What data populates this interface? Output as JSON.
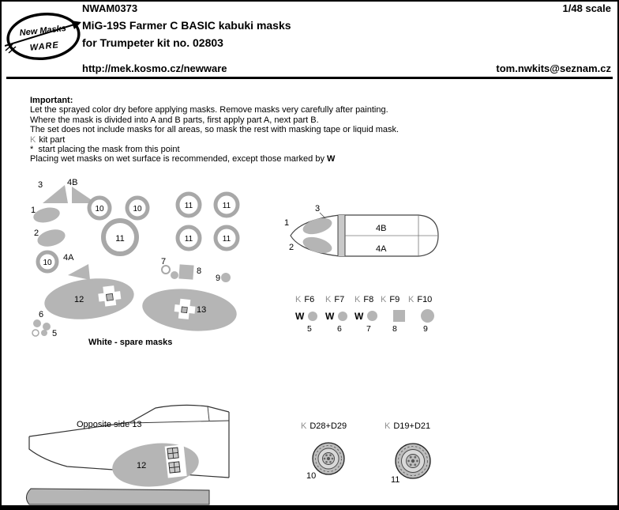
{
  "colors": {
    "mask_gray": "#b5b5b5",
    "ring_gray": "#a8a8a8",
    "kit_part_gray": "#8f8f8f"
  },
  "header": {
    "logo_line1": "New Masks",
    "logo_line2": "WARE",
    "product_code": "NWAM0373",
    "scale": "1/48 scale",
    "title_line1": "MiG-19S Farmer C BASIC kabuki masks",
    "title_line2": "for Trumpeter kit no. 02803",
    "url": "http://mek.kosmo.cz/newware",
    "email": "tom.nwkits@seznam.cz"
  },
  "important": {
    "heading": "Important:",
    "line1": "Let the sprayed color dry before applying masks. Remove masks very carefully after painting.",
    "line2": "Where the mask is divided into A and B parts, first apply part A, next part B.",
    "line3": "The set does not include masks for all areas, so mask the rest with masking tape or liquid mask.",
    "kit_k": "K",
    "kit_text": "kit part",
    "star_line": "*  start placing the mask from this point",
    "wet_prefix": "Placing wet masks on wet surface is recommended, except those marked by ",
    "wet_w": "W"
  },
  "mask_sheet": {
    "caption": "White - spare masks",
    "labels": {
      "t3": "3",
      "t4b": "4B",
      "o1": "1",
      "o2": "2",
      "r10a": "10",
      "r10b": "10",
      "r11a": "11",
      "r11b": "11",
      "r11big": "11",
      "r11c": "11",
      "r11d": "11",
      "r10c": "10",
      "t4a": "4A",
      "s7": "7",
      "s8": "8",
      "s9": "9",
      "e12": "12",
      "e13": "13",
      "s6": "6",
      "s5": "5"
    }
  },
  "canopy": {
    "t3": "3",
    "t1": "1",
    "t2": "2",
    "t4b": "4B",
    "t4a": "4A"
  },
  "kf_row": {
    "items": [
      {
        "k": "K",
        "part": "F6",
        "w": "W",
        "num": "5"
      },
      {
        "k": "K",
        "part": "F7",
        "w": "W",
        "num": "6"
      },
      {
        "k": "K",
        "part": "F8",
        "w": "W",
        "num": "7"
      },
      {
        "k": "K",
        "part": "F9",
        "w": "",
        "num": "8"
      },
      {
        "k": "K",
        "part": "F10",
        "w": "",
        "num": "9"
      }
    ]
  },
  "fuselage": {
    "note": "Opposite side 13",
    "label12": "12"
  },
  "wheels": [
    {
      "k": "K",
      "part": "D28+D29",
      "num": "10"
    },
    {
      "k": "K",
      "part": "D19+D21",
      "num": "11"
    }
  ]
}
